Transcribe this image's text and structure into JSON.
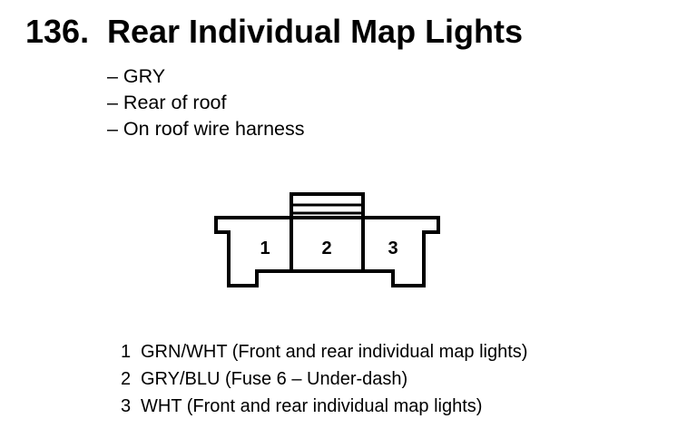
{
  "title": {
    "number": "136.",
    "text": "Rear Individual Map Lights"
  },
  "details": [
    "– GRY",
    "– Rear of roof",
    "– On roof wire harness"
  ],
  "connector": {
    "pin_labels": [
      "1",
      "2",
      "3"
    ]
  },
  "pins": [
    {
      "number": "1",
      "description": "GRN/WHT (Front and rear individual map lights)"
    },
    {
      "number": "2",
      "description": "GRY/BLU (Fuse 6 – Under-dash)"
    },
    {
      "number": "3",
      "description": "WHT (Front and rear individual map lights)"
    }
  ]
}
